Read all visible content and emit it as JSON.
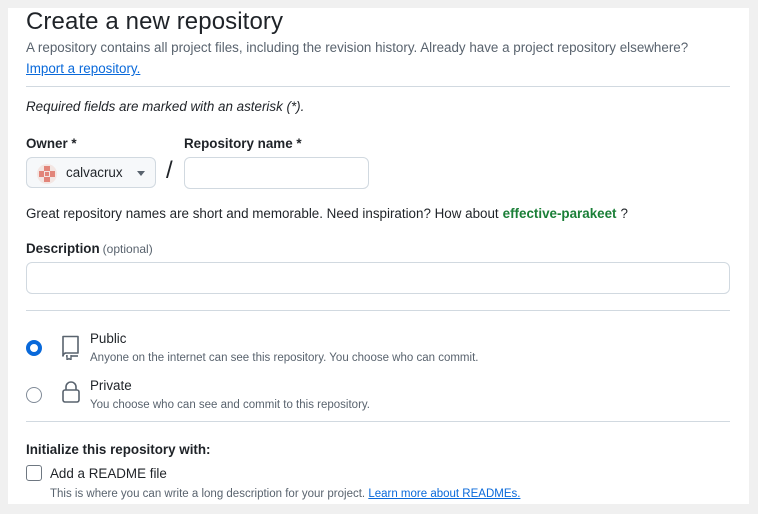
{
  "page": {
    "title": "Create a new repository",
    "description": "A repository contains all project files, including the revision history. Already have a project repository elsewhere?",
    "import_link": "Import a repository."
  },
  "form": {
    "required_note": "Required fields are marked with an asterisk (*).",
    "owner": {
      "label": "Owner *",
      "value": "calvacrux"
    },
    "separator": "/",
    "repo_name": {
      "label": "Repository name *",
      "value": ""
    },
    "name_hint": {
      "text": "Great repository names are short and memorable. Need inspiration? How about",
      "suggestion": "effective-parakeet",
      "suffix": "?"
    },
    "description": {
      "label": "Description",
      "optional": "(optional)",
      "value": ""
    },
    "visibility": [
      {
        "title": "Public",
        "subtitle": "Anyone on the internet can see this repository. You choose who can commit.",
        "icon": "repo-icon",
        "selected": true
      },
      {
        "title": "Private",
        "subtitle": "You choose who can see and commit to this repository.",
        "icon": "lock-icon",
        "selected": false
      }
    ],
    "initialize": {
      "heading": "Initialize this repository with:",
      "readme": {
        "label": "Add a README file",
        "checked": false,
        "subtitle": "This is where you can write a long description for your project.",
        "link": "Learn more about READMEs."
      }
    }
  },
  "colors": {
    "accent": "#0969da",
    "suggestion": "#1a7f37",
    "muted": "#59636e",
    "border": "#d1d9e0"
  }
}
